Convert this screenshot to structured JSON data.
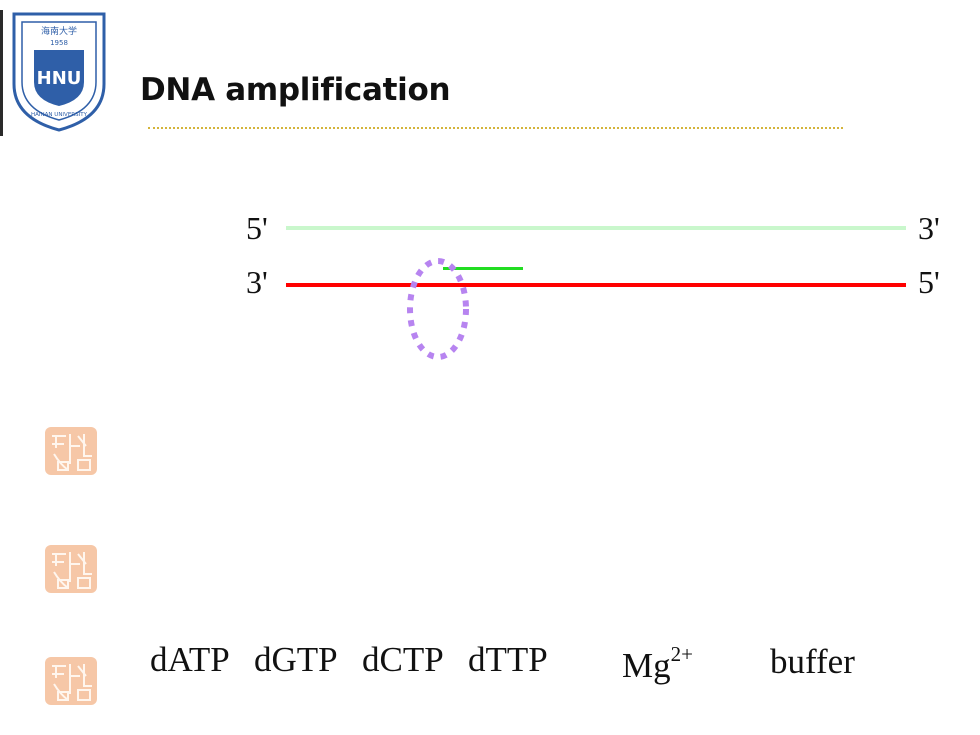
{
  "header": {
    "title": "DNA amplification"
  },
  "logo": {
    "top_text": "海南大学",
    "year": "1958",
    "ring_text": "HAINAN UNIVERSITY",
    "monogram": "HNU"
  },
  "diagram": {
    "top_strand": {
      "left_label": "5'",
      "right_label": "3'",
      "color": "#c9f7cc"
    },
    "bottom_strand": {
      "left_label": "3'",
      "right_label": "5'",
      "color": "#ff0000"
    },
    "primer": {
      "color": "#22dd22"
    },
    "highlight_ellipse": {
      "color": "#b784f0",
      "style": "dotted"
    }
  },
  "bullets": {
    "icon": "seal-stamp-icon",
    "color": "#f4b48c"
  },
  "reagents": {
    "datp": "dATP",
    "dgtp": "dGTP",
    "dctp": "dCTP",
    "dttp": "dTTP",
    "mg": "Mg",
    "mg_charge": "2+",
    "buffer": "buffer"
  }
}
